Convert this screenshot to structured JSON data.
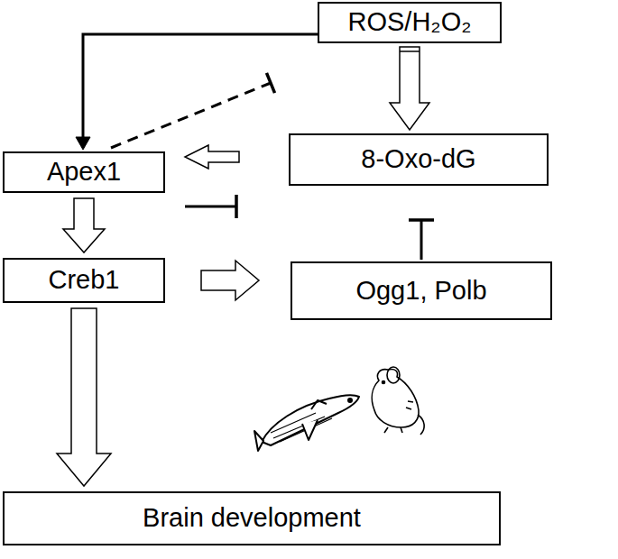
{
  "diagram": {
    "nodes": [
      {
        "text": [
          "ROS/H₂O₂"
        ]
      },
      {
        "text": [
          "Apex1"
        ]
      },
      {
        "text": [
          "8-Oxo-dG"
        ]
      },
      {
        "text": [
          "Creb1"
        ]
      },
      {
        "text": [
          "Ogg1, Polb"
        ]
      },
      {
        "text": [
          "Brain development"
        ]
      }
    ],
    "edges": [
      {
        "from": 0,
        "to": 1,
        "arrow": "to"
      },
      {
        "from": 1,
        "to": 0,
        "arrow": "to"
      },
      {
        "from": 0,
        "to": 2,
        "arrow": "to"
      },
      {
        "from": 2,
        "to": 1,
        "arrow": "to"
      },
      {
        "from": 1,
        "to": 2,
        "arrow": "to"
      },
      {
        "from": 1,
        "to": 3,
        "arrow": "to"
      },
      {
        "from": 3,
        "to": 4,
        "arrow": "to"
      },
      {
        "from": 4,
        "to": 2,
        "arrow": "to"
      },
      {
        "from": 3,
        "to": 5,
        "arrow": "to"
      }
    ]
  }
}
